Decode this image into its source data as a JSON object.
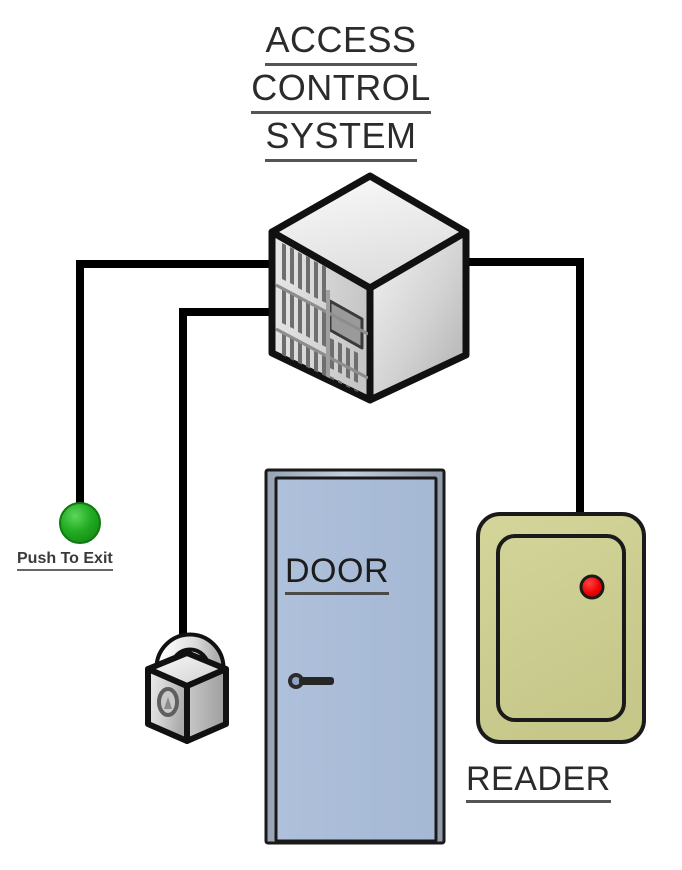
{
  "diagram": {
    "title_lines": [
      "ACCESS",
      "CONTROL",
      "SYSTEM"
    ],
    "background_color": "#ffffff",
    "wire_color": "#000000"
  },
  "controller": {
    "name": "control-panel",
    "shape": "isometric-cube",
    "top_face_color": "#f2f2f2",
    "left_face_color": "#d8d8d8",
    "right_face_color": "#c9c9c9",
    "vent_color": "#6b6b6b",
    "display_color": "#9a9a9a",
    "outline_color": "#111111"
  },
  "door": {
    "label": "DOOR",
    "panel_color": "#a8bcd8",
    "frame_color": "#b9c6db",
    "frame_shadow_color": "#7d8793",
    "outline_color": "#1a1a1a",
    "handle": "lever-handle",
    "handle_color": "#262626"
  },
  "reader": {
    "label": "READER",
    "body_color": "#ccce91",
    "outline_color": "#1a1a1a",
    "led_color": "#ee0000",
    "led_state": "on"
  },
  "push_to_exit": {
    "label": "Push To Exit",
    "button_color": "#22aa22",
    "button_highlight_color": "#49cc49",
    "button_outline_color": "#0f7a0f"
  },
  "lock": {
    "name": "electric-lock",
    "shape": "padlock",
    "body_color": "#d9d9d9",
    "shackle_color": "#e6e6e6",
    "outline_color": "#111111",
    "keyhole_color": "#777777"
  },
  "connections": [
    {
      "from": "control-panel",
      "to": "push-to-exit-button",
      "path": "left-upper"
    },
    {
      "from": "control-panel",
      "to": "electric-lock",
      "path": "left-lower"
    },
    {
      "from": "control-panel",
      "to": "reader",
      "path": "right"
    }
  ]
}
